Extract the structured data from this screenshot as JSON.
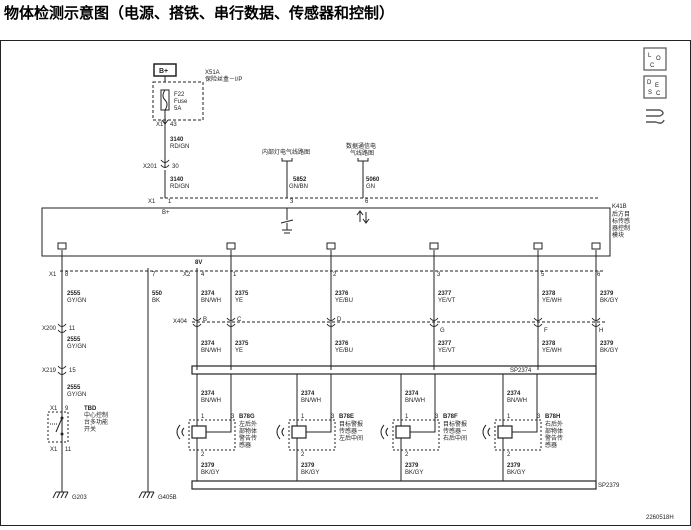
{
  "page_title": "物体检测示意图（电源、搭铁、串行数据、传感器和控制）",
  "fuse_block": {
    "id": "X51A",
    "name": "保险丝盒－I/P",
    "power_label": "B+",
    "fuse_id": "F22",
    "fuse_word": "Fuse",
    "fuse_rating": "5A",
    "connector": "X1",
    "pin": "43"
  },
  "power_wire_1": {
    "circuit": "3140",
    "color": "RD/GN"
  },
  "inline_x201": {
    "id": "X201",
    "pin": "30"
  },
  "power_wire_2": {
    "circuit": "3140",
    "color": "RD/GN"
  },
  "x1_top": {
    "id": "X1",
    "pin1": "1",
    "pin3": "3",
    "pin6": "6",
    "bplus": "B+"
  },
  "ref_interior_light": "内部灯电气线路图",
  "ref_data_link": {
    "line1": "数据通信电",
    "line2": "气线路图"
  },
  "wire_5852": {
    "circuit": "5852",
    "color": "GN/BN"
  },
  "wire_5060": {
    "circuit": "5060",
    "color": "GN"
  },
  "module": {
    "id": "K41B",
    "name_lines": [
      "后方目",
      "标传感",
      "器控制",
      "模块"
    ]
  },
  "x1_bottom": {
    "id": "X1",
    "pin8": "8",
    "pin7": "7"
  },
  "x2_bottom": {
    "id": "X2",
    "pin4": "4",
    "pin1": "1",
    "pin2": "2",
    "pin3": "3",
    "pin5": "5",
    "pin6": "6"
  },
  "voltage_8v": "8V",
  "wire_2555_a": {
    "circuit": "2555",
    "color": "GY/GN"
  },
  "wire_550": {
    "circuit": "550",
    "color": "BK"
  },
  "wires_row1": [
    {
      "circuit": "2374",
      "color": "BN/WH"
    },
    {
      "circuit": "2375",
      "color": "YE"
    },
    {
      "circuit": "2376",
      "color": "YE/BU"
    },
    {
      "circuit": "2377",
      "color": "YE/VT"
    },
    {
      "circuit": "2378",
      "color": "YE/WH"
    },
    {
      "circuit": "2379",
      "color": "BK/GY"
    }
  ],
  "x404": {
    "id": "X404",
    "pins": [
      "B",
      "C",
      "D",
      "G",
      "F",
      "H"
    ]
  },
  "wires_row2": [
    {
      "circuit": "2374",
      "color": "BN/WH"
    },
    {
      "circuit": "2375",
      "color": "YE"
    },
    {
      "circuit": "2376",
      "color": "YE/BU"
    },
    {
      "circuit": "2377",
      "color": "YE/VT"
    },
    {
      "circuit": "2378",
      "color": "YE/WH"
    },
    {
      "circuit": "2379",
      "color": "BK/GY"
    }
  ],
  "x200": {
    "id": "X200",
    "pin": "11"
  },
  "wire_2555_b": {
    "circuit": "2555",
    "color": "GY/GN"
  },
  "x219": {
    "id": "X219",
    "pin": "15"
  },
  "wire_2555_c": {
    "circuit": "2555",
    "color": "GY/GN"
  },
  "switch": {
    "id": "TBD",
    "desc_lines": [
      "中心控制",
      "台多功能",
      "开关"
    ],
    "top_conn": "X1",
    "top_pin": "9",
    "bot_conn": "X1",
    "bot_pin": "11"
  },
  "splice_top": "SP2374",
  "splice_bottom": "SP2379",
  "sensors": [
    {
      "id": "B78G",
      "desc_lines": [
        "左后外",
        "部物体",
        "警告传",
        "感器"
      ],
      "pin1": "1",
      "pin2": "2",
      "pin3": "3",
      "in_circuit": "2374",
      "in_color": "BN/WH",
      "out_circuit": "2379",
      "out_color": "BK/GY"
    },
    {
      "id": "B78E",
      "desc_lines": [
        "目标警报",
        "传感器－",
        "左后中间"
      ],
      "pin1": "1",
      "pin2": "2",
      "pin3": "3",
      "in_circuit": "2374",
      "in_color": "BN/WH",
      "out_circuit": "2379",
      "out_color": "BK/GY"
    },
    {
      "id": "B78F",
      "desc_lines": [
        "目标警报",
        "传感器－",
        "右后中间"
      ],
      "pin1": "1",
      "pin2": "2",
      "pin3": "3",
      "in_circuit": "2374",
      "in_color": "BN/WH",
      "out_circuit": "2379",
      "out_color": "BK/GY"
    },
    {
      "id": "B78H",
      "desc_lines": [
        "右后外",
        "部物体",
        "警告传",
        "感器"
      ],
      "pin1": "1",
      "pin2": "2",
      "pin3": "3",
      "in_circuit": "2374",
      "in_color": "BN/WH",
      "out_circuit": "2379",
      "out_color": "BK/GY"
    }
  ],
  "grounds": {
    "g203": "G203",
    "g405b": "G405B"
  },
  "side_icons": {
    "loc": {
      "l": "L",
      "o": "O",
      "c": "C"
    },
    "desc": {
      "d": "D",
      "e": "E",
      "s": "S",
      "c": "C"
    }
  },
  "doc_id": "2260518H"
}
